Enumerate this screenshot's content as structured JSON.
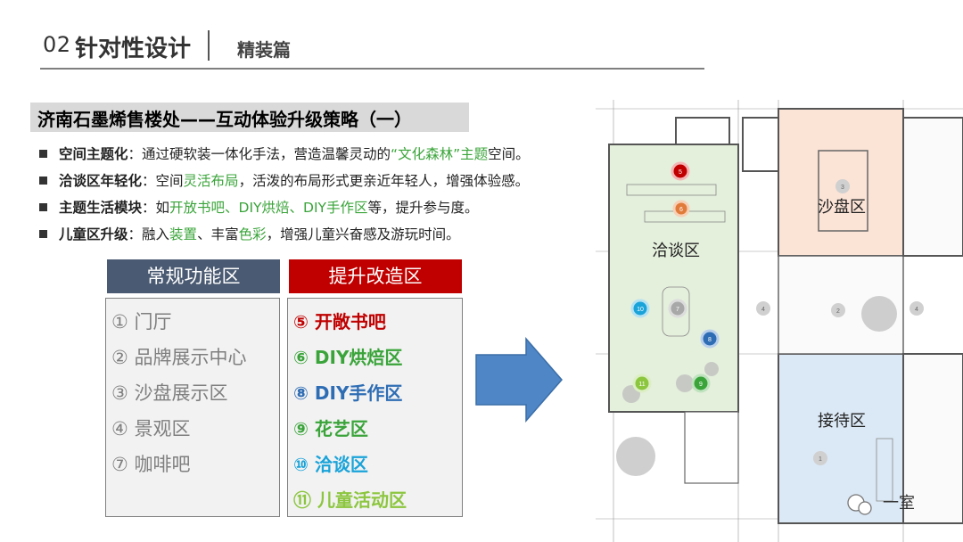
{
  "header": {
    "number": "02",
    "title": "针对性设计",
    "subtitle": "精装篇"
  },
  "banner": {
    "title": "济南石墨烯售楼处——互动体验升级策略（一）"
  },
  "bullets": [
    {
      "lead": "空间主题化",
      "colon": "：",
      "parts": [
        "通过硬软装一体化手法，营造温馨灵动的",
        "“文化森林”主题",
        "空间。"
      ]
    },
    {
      "lead": "洽谈区年轻化",
      "colon": "：",
      "parts": [
        "空间",
        "灵活布局",
        "，活泼的布局形式更亲近年轻人，增强体验感。"
      ]
    },
    {
      "lead": "主题生活模块",
      "colon": "：",
      "parts": [
        "如",
        "开放书吧、DIY烘焙、DIY手作区",
        "等，提升参与度。"
      ]
    },
    {
      "lead": "儿童区升级",
      "colon": "：",
      "parts": [
        "融入",
        "装置",
        "、丰富",
        "色彩",
        "，增强儿童兴奋感及游玩时间。"
      ]
    }
  ],
  "regular": {
    "header": "常规功能区",
    "items": [
      "① 门厅",
      "② 品牌展示中心",
      "③ 沙盘展示区",
      "④ 景观区",
      "⑦ 咖啡吧"
    ]
  },
  "upgrade": {
    "header": "提升改造区",
    "items": [
      {
        "label": "⑤ 开敞书吧",
        "color": "#c00000"
      },
      {
        "label": "⑥ DIY烘焙区",
        "color": "#3aa43a"
      },
      {
        "label": "⑧ DIY手作区",
        "color": "#2e6db4"
      },
      {
        "label": "⑨ 花艺区",
        "color": "#3aa43a"
      },
      {
        "label": "⑩ 洽谈区",
        "color": "#1aa3d9"
      },
      {
        "label": "⑪ 儿童活动区",
        "color": "#8cc63f"
      }
    ]
  },
  "plan": {
    "zones": [
      "洽谈区",
      "沙盘区",
      "接待区"
    ],
    "markers": [
      "5",
      "6",
      "7",
      "8",
      "9",
      "10",
      "11",
      "4",
      "2",
      "4",
      "3",
      "1"
    ],
    "watermark": "一室"
  },
  "colors": {
    "regular_header": "#4a5a72",
    "upgrade_header": "#c00000",
    "green": "#3aa43a",
    "arrow": "#4f86c6",
    "sand_zone": "#fbe3d6",
    "reception_zone": "#dbe8f5",
    "lounge_zone": "#e4efdc"
  }
}
